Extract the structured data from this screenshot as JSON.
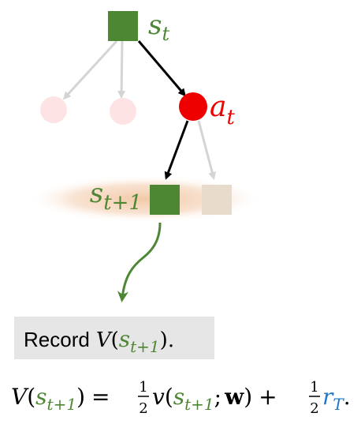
{
  "diagram": {
    "state_label": {
      "base": "s",
      "sub": "t"
    },
    "action_label": {
      "base": "a",
      "sub": "t"
    },
    "next_state_label": {
      "base": "s",
      "sub": "t+1"
    },
    "record_box": {
      "prefix": "Record",
      "func": "V",
      "open": "(",
      "arg_base": "s",
      "arg_sub": "t+1",
      "close": ").",
      "period": ""
    },
    "equation": {
      "lhs_func": "V",
      "lhs_open": "(",
      "lhs_arg_base": "s",
      "lhs_arg_sub": "t+1",
      "lhs_close": ")",
      "equals": "=",
      "half_num": "1",
      "half_den": "2",
      "v_func": "v",
      "v_open": "(",
      "v_arg_base": "s",
      "v_arg_sub": "t+1",
      "v_sep": ";",
      "w": "w",
      "v_close": ")",
      "plus": "+",
      "half2_num": "1",
      "half2_den": "2",
      "reward_base": "r",
      "reward_sub": "T",
      "end": "."
    },
    "colors": {
      "state": "#4e8733",
      "state_faded": "#e7dccb",
      "action": "#ee0000",
      "action_faded": "#fde3e3",
      "arrow": "#000000",
      "arrow_faded": "#d4d4d4",
      "highlight": "#f3c9a8",
      "record_bg": "#e6e6e6",
      "reward": "#1f78c8",
      "text": "#000000"
    }
  }
}
